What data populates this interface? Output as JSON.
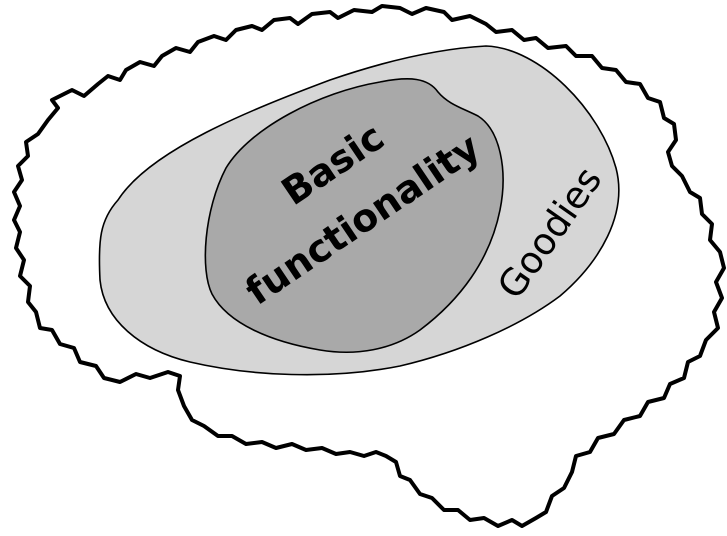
{
  "colors": {
    "background": "#ffffff",
    "brain_outline": "#000000",
    "goodies_fill": "#d6d6d6",
    "basic_fill": "#a9a9a9"
  },
  "regions": {
    "basic": {
      "line1": "Basic",
      "line2": "functionality"
    },
    "goodies": {
      "label": "Goodies"
    }
  }
}
